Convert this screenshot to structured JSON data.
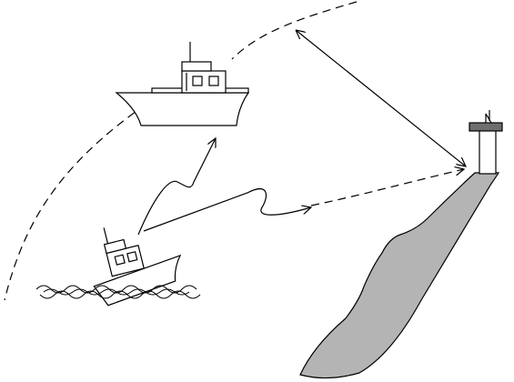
{
  "colors": {
    "line": "#000000",
    "cliff_fill": "#b4b4b4",
    "background": "#ffffff"
  },
  "elements": {
    "ship": "cargo-ship",
    "boat": "fishing-boat",
    "waves": "sea-waves",
    "cliff": "coastal-cliff",
    "lighthouse": "lighthouse-tower",
    "arc": "dashed-coverage-arc",
    "direct_link": "double-headed-arrow",
    "relay_path_1": "zigzag-arrow-to-ship",
    "relay_path_2": "zigzag-arrow-to-shore"
  }
}
